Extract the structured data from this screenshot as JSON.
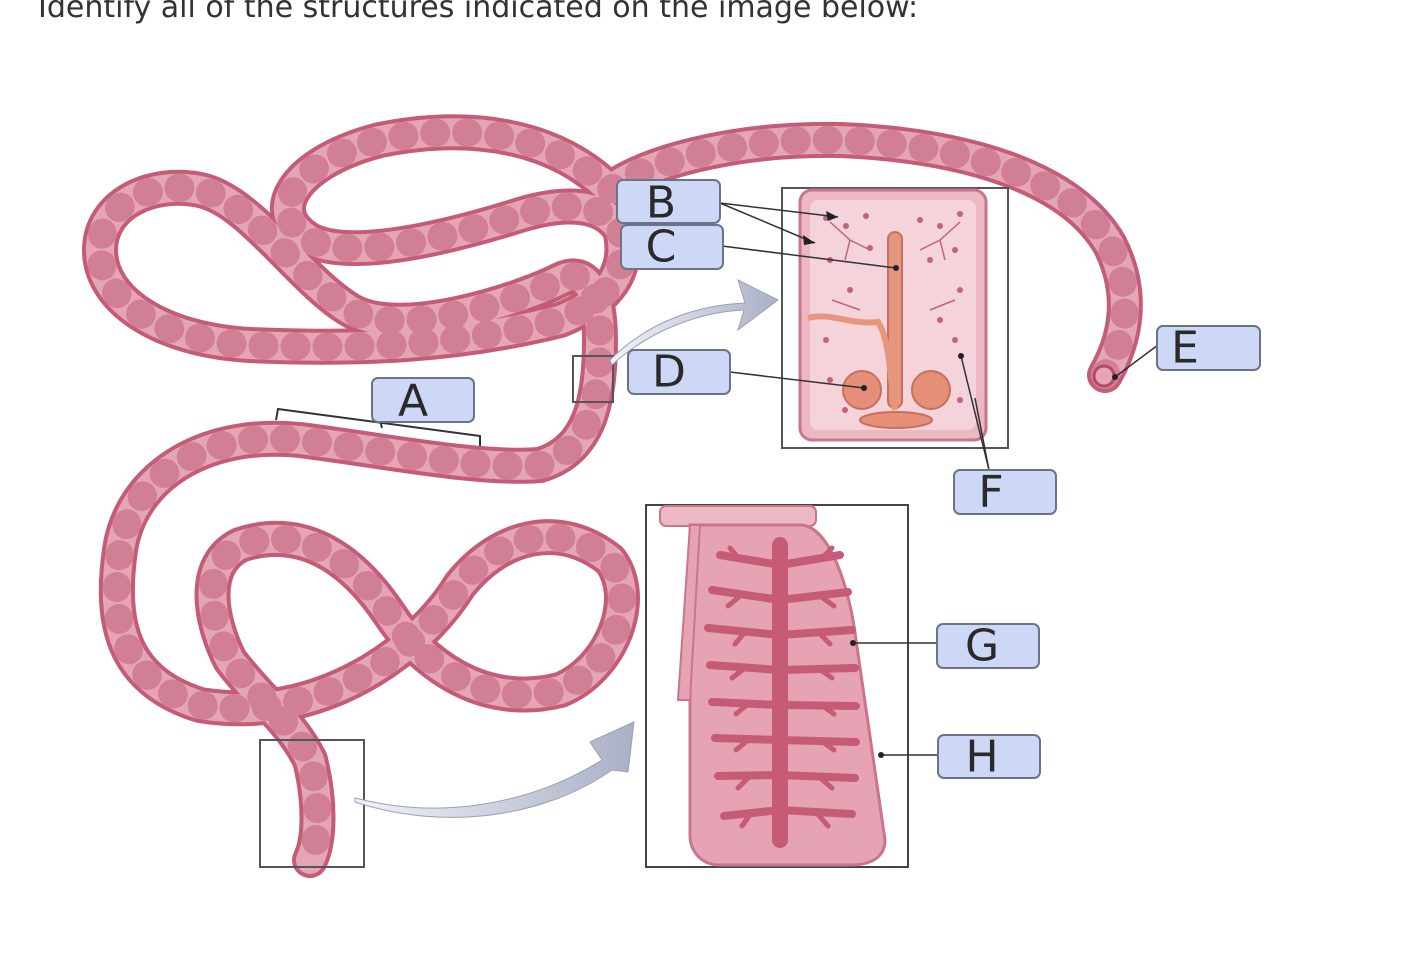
{
  "question": {
    "prompt": "Identify all of the structures indicated on the image below:"
  },
  "labels": {
    "A": "A",
    "B": "B",
    "C": "C",
    "D": "D",
    "E": "E",
    "F": "F",
    "G": "G",
    "H": "H"
  },
  "colors": {
    "label_fill": "#cdd8f6",
    "label_border": "#6b7389",
    "worm_fill": "#e2a0b0",
    "worm_dark": "#c45c78",
    "uterus": "#c55b77",
    "arrow": "#c3c7d8"
  }
}
